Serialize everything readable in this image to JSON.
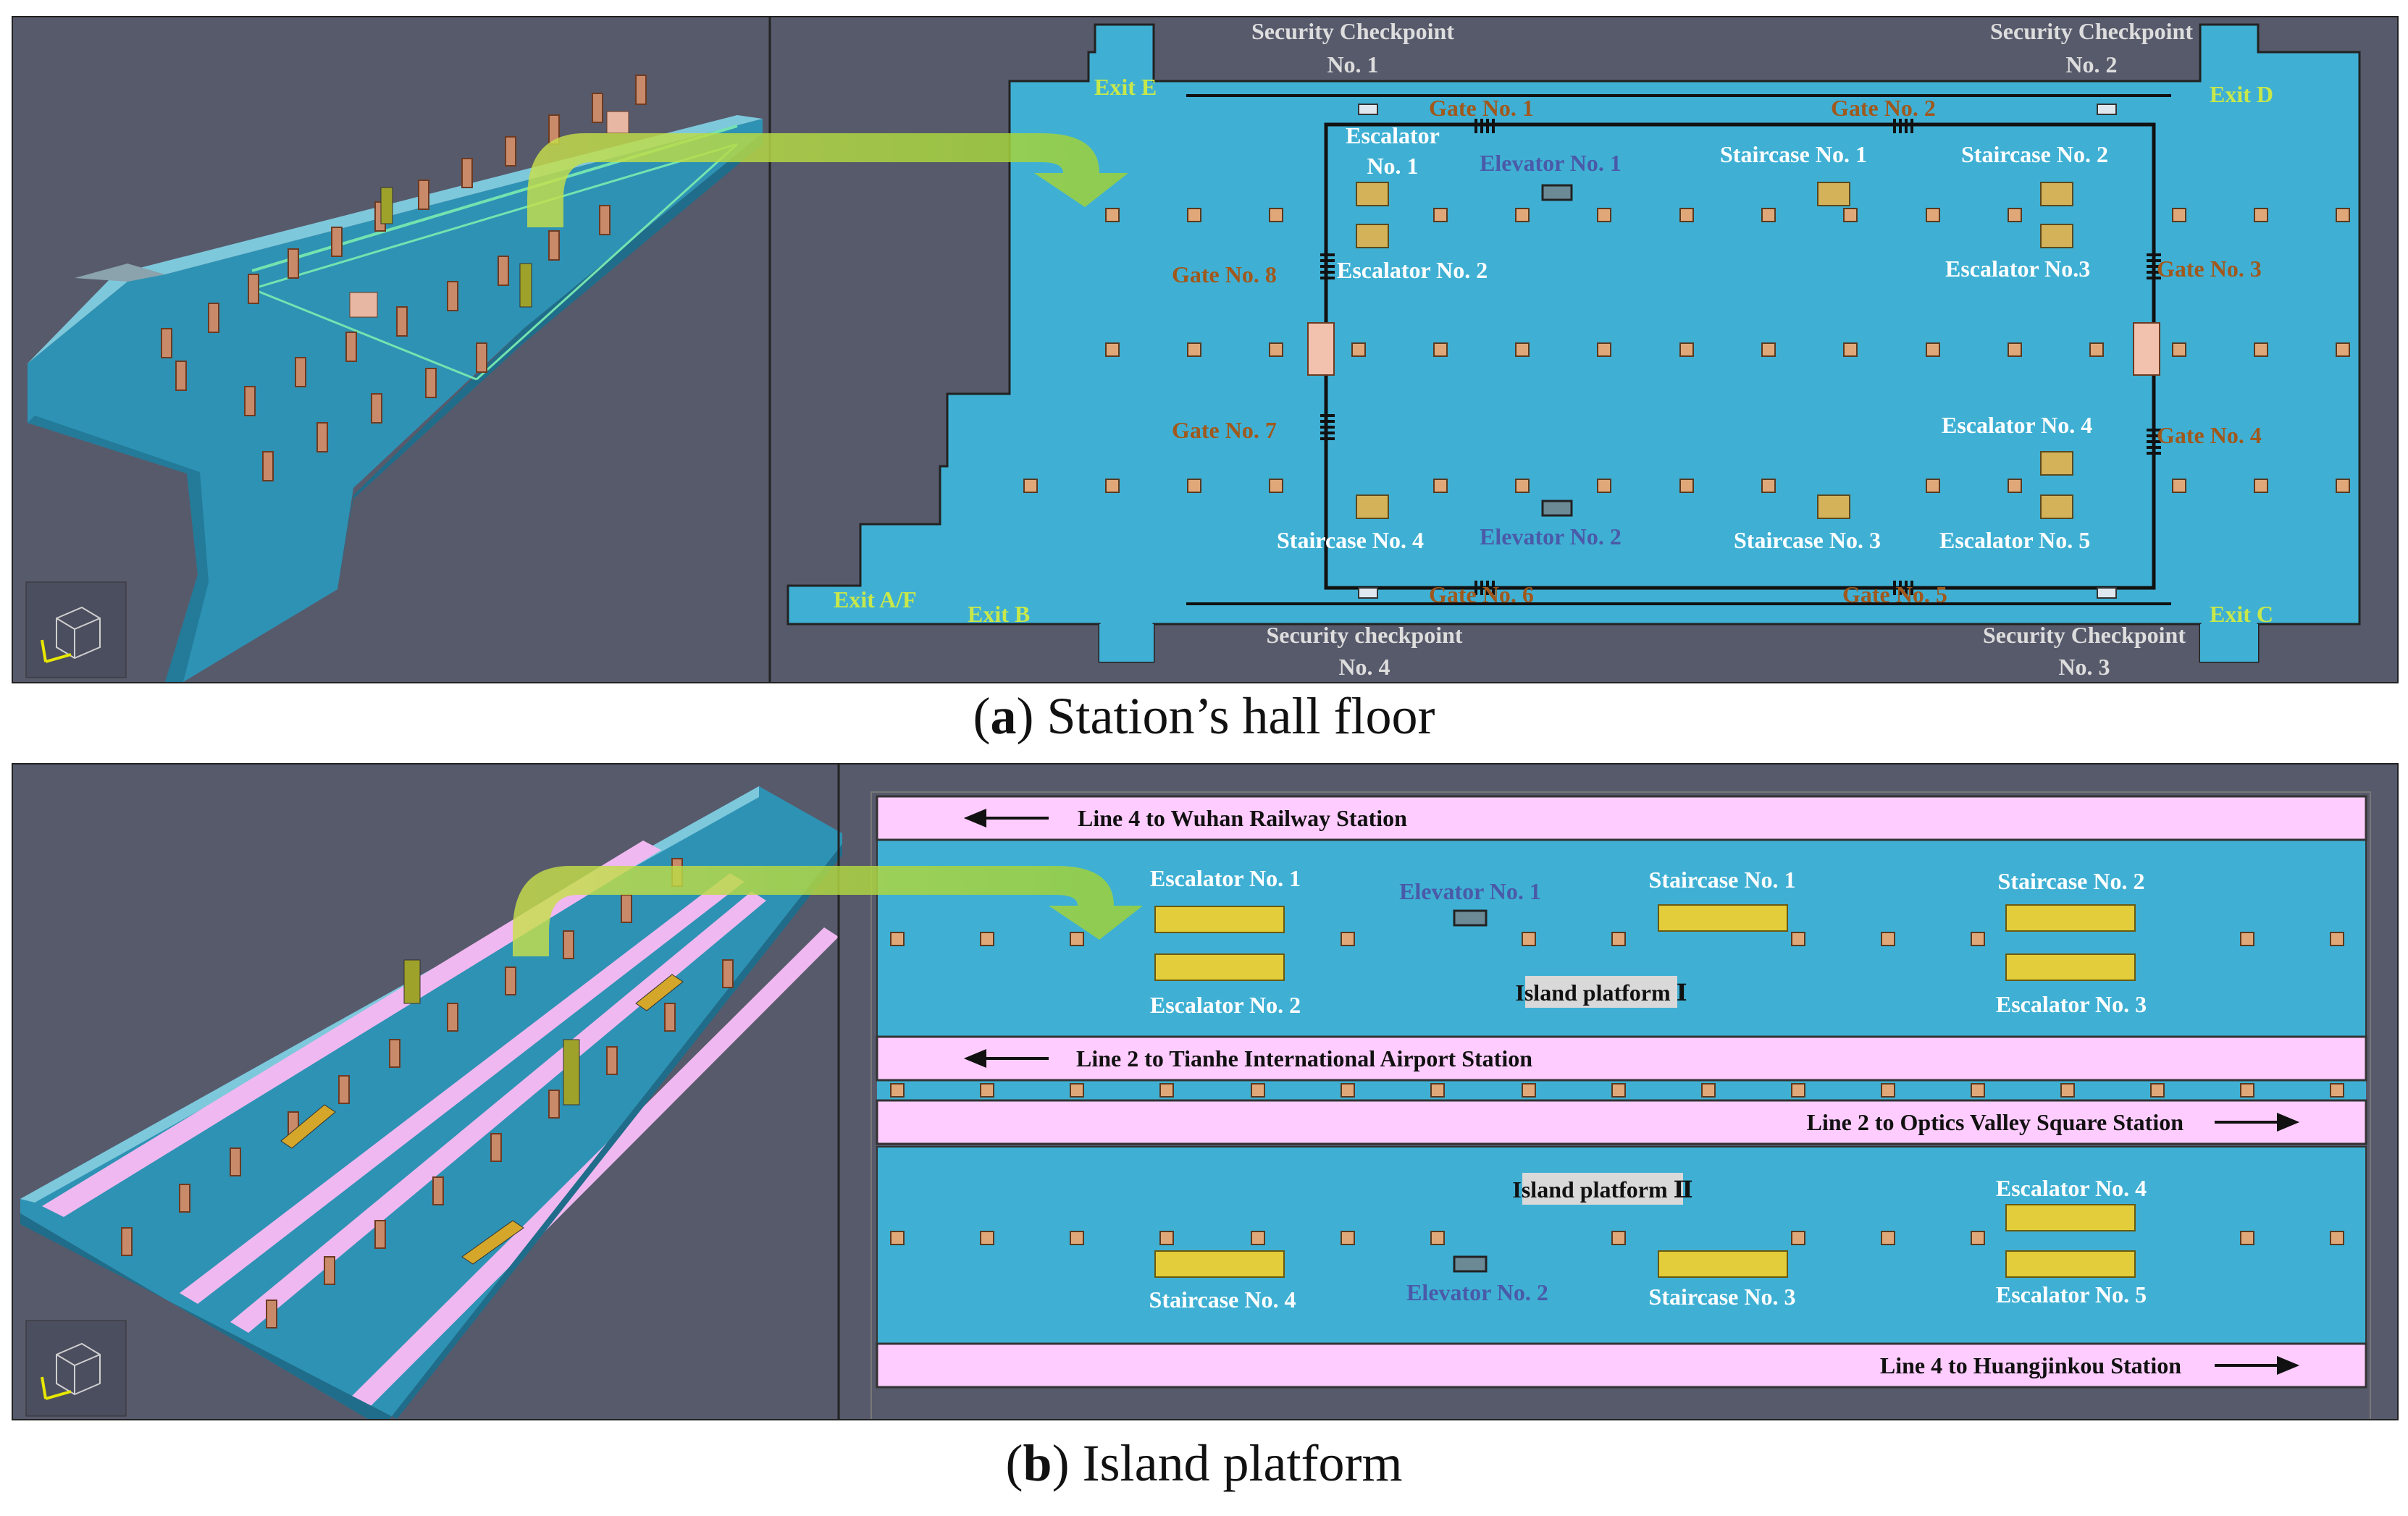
{
  "panel_a": {
    "caption_letter": "a",
    "caption_text": "Station’s hall floor",
    "exits": [
      "Exit E",
      "Exit D",
      "Exit A/F",
      "Exit B",
      "Exit C"
    ],
    "checkpoints": {
      "cp1": [
        "Security Checkpoint",
        "No. 1"
      ],
      "cp2": [
        "Security Checkpoint",
        "No. 2"
      ],
      "cp3": [
        "Security Checkpoint",
        "No. 3"
      ],
      "cp4": [
        "Security checkpoint",
        "No. 4"
      ]
    },
    "gates": [
      "Gate No. 1",
      "Gate No. 2",
      "Gate No. 3",
      "Gate No. 4",
      "Gate No. 5",
      "Gate No. 6",
      "Gate No. 7",
      "Gate No. 8"
    ],
    "escalators": {
      "e1": [
        "Escalator",
        "No. 1"
      ],
      "e2": "Escalator No. 2",
      "e3": "Escalator No.3",
      "e4": "Escalator No. 4",
      "e5": "Escalator No. 5"
    },
    "elevators": [
      "Elevator No. 1",
      "Elevator No. 2"
    ],
    "staircases": [
      "Staircase No. 1",
      "Staircase No. 2",
      "Staircase No. 3",
      "Staircase No. 4"
    ]
  },
  "panel_b": {
    "caption_letter": "b",
    "caption_text": "Island platform",
    "tracks": [
      {
        "label": "Line 4 to Wuhan Railway Station",
        "direction": "left"
      },
      {
        "label": "Line 2 to Tianhe International  Airport Station",
        "direction": "left"
      },
      {
        "label": "Line 2 to Optics Valley Square Station",
        "direction": "right"
      },
      {
        "label": "Line 4 to Huangjinkou Station",
        "direction": "right"
      }
    ],
    "platforms": [
      "Island platform Ⅰ",
      "Island platform Ⅱ"
    ],
    "escalators": [
      "Escalator No. 1",
      "Escalator No. 2",
      "Escalator No. 3",
      "Escalator No. 4",
      "Escalator No. 5"
    ],
    "elevators": [
      "Elevator No. 1",
      "Elevator No. 2"
    ],
    "staircases": [
      "Staircase No. 1",
      "Staircase No. 2",
      "Staircase No. 3",
      "Staircase No. 4"
    ]
  },
  "colors": {
    "background": "#575a6b",
    "floor": "#3fb0d4",
    "track": "#ffccff",
    "exit_label": "#c8e84a",
    "gate_label": "#a0581c",
    "elevator_label": "#4a5aa8",
    "white_label": "#ffffff",
    "checkpoint_label": "#dddddd",
    "pillar": "#d9a07a",
    "arrow": "#a8d43c"
  }
}
